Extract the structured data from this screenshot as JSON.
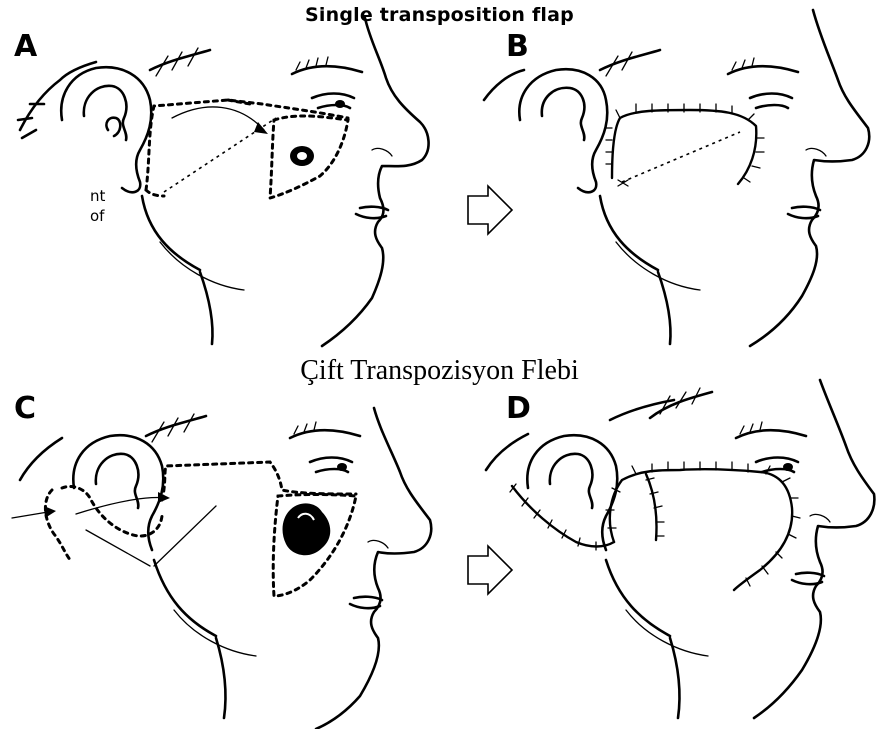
{
  "titles": {
    "single": "Single transposition flap",
    "double": "Çift Transpozisyon Flebi"
  },
  "panels": [
    {
      "letter": "A"
    },
    {
      "letter": "B"
    },
    {
      "letter": "C"
    },
    {
      "letter": "D"
    }
  ],
  "fragments": [
    "nt",
    "of"
  ],
  "icons": [
    "right-arrow-icon",
    "right-arrow-icon"
  ]
}
